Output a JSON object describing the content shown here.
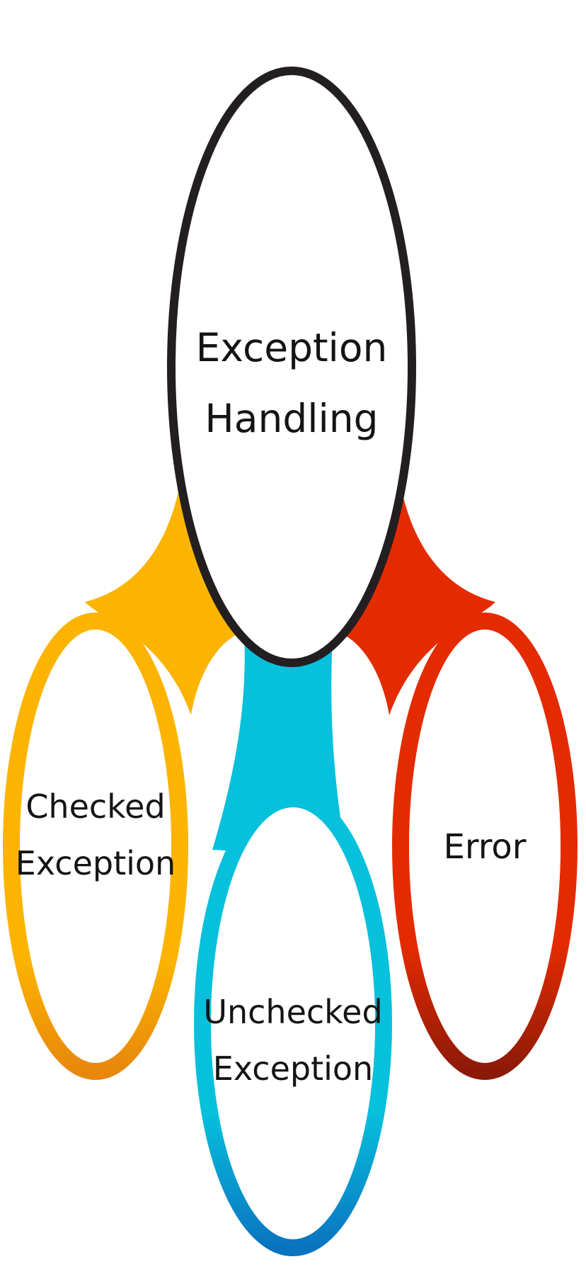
{
  "diagram": {
    "center": {
      "line1": "Exception",
      "line2": "Handling",
      "ring_color": "#231f20"
    },
    "nodes": [
      {
        "id": "checked",
        "line1": "Checked",
        "line2": "Exception",
        "color": "#fcb400",
        "color_dark": "#e8870c"
      },
      {
        "id": "unchecked",
        "line1": "Unchecked",
        "line2": "Exception",
        "color": "#06c0dc",
        "color_dark": "#0a73c0"
      },
      {
        "id": "error",
        "line1": "Error",
        "line2": "",
        "color": "#e42b00",
        "color_dark": "#8c1a08"
      }
    ]
  }
}
